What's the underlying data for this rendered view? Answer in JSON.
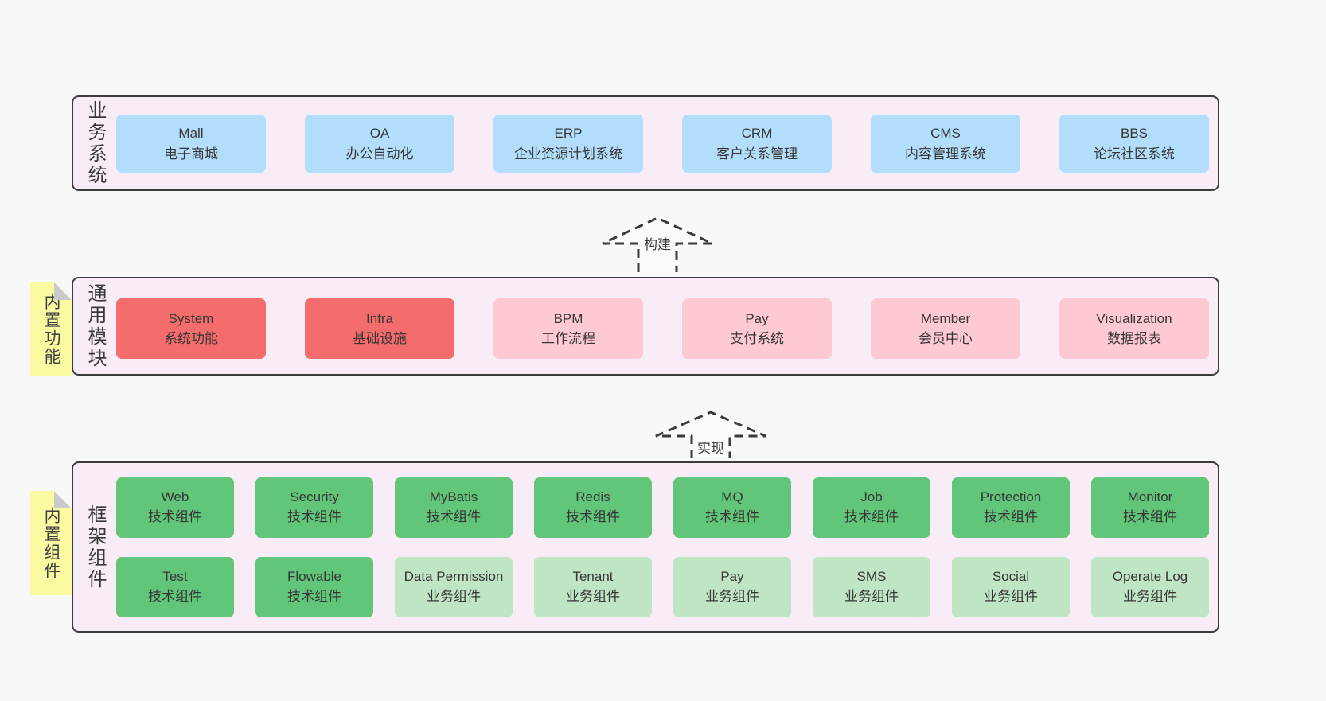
{
  "colors": {
    "page_bg": "#f8f8f8",
    "panel_bg": "#f8edf6",
    "panel_border": "#3c3c3c",
    "box_blue": "#b2defb",
    "box_red": "#f56c6c",
    "box_pink": "#fec9d2",
    "box_green": "#61c679",
    "box_light_green": "#c0e5c5",
    "note_yellow": "#fafaa3",
    "note_fold_gray": "#c9c9c9",
    "text": "#363636"
  },
  "sections": {
    "business": {
      "label": "业务系统",
      "boxes": [
        {
          "name": "Mall",
          "desc": "电子商城"
        },
        {
          "name": "OA",
          "desc": "办公自动化"
        },
        {
          "name": "ERP",
          "desc": "企业资源计划系统"
        },
        {
          "name": "CRM",
          "desc": "客户关系管理"
        },
        {
          "name": "CMS",
          "desc": "内容管理系统"
        },
        {
          "name": "BBS",
          "desc": "论坛社区系统"
        }
      ]
    },
    "modules": {
      "label": "通用模块",
      "note": "内置功能",
      "boxes": [
        {
          "name": "System",
          "desc": "系统功能"
        },
        {
          "name": "Infra",
          "desc": "基础设施"
        },
        {
          "name": "BPM",
          "desc": "工作流程"
        },
        {
          "name": "Pay",
          "desc": "支付系统"
        },
        {
          "name": "Member",
          "desc": "会员中心"
        },
        {
          "name": "Visualization",
          "desc": "数据报表"
        }
      ]
    },
    "framework": {
      "label": "框架组件",
      "note": "内置组件",
      "row1": [
        {
          "name": "Web",
          "desc": "技术组件"
        },
        {
          "name": "Security",
          "desc": "技术组件"
        },
        {
          "name": "MyBatis",
          "desc": "技术组件"
        },
        {
          "name": "Redis",
          "desc": "技术组件"
        },
        {
          "name": "MQ",
          "desc": "技术组件"
        },
        {
          "name": "Job",
          "desc": "技术组件"
        },
        {
          "name": "Protection",
          "desc": "技术组件"
        },
        {
          "name": "Monitor",
          "desc": "技术组件"
        }
      ],
      "row2": [
        {
          "name": "Test",
          "desc": "技术组件"
        },
        {
          "name": "Flowable",
          "desc": "技术组件"
        },
        {
          "name": "Data Permission",
          "desc": "业务组件"
        },
        {
          "name": "Tenant",
          "desc": "业务组件"
        },
        {
          "name": "Pay",
          "desc": "业务组件"
        },
        {
          "name": "SMS",
          "desc": "业务组件"
        },
        {
          "name": "Social",
          "desc": "业务组件"
        },
        {
          "name": "Operate Log",
          "desc": "业务组件"
        }
      ]
    }
  },
  "arrows": [
    {
      "label": "构建"
    },
    {
      "label": "实现"
    }
  ]
}
